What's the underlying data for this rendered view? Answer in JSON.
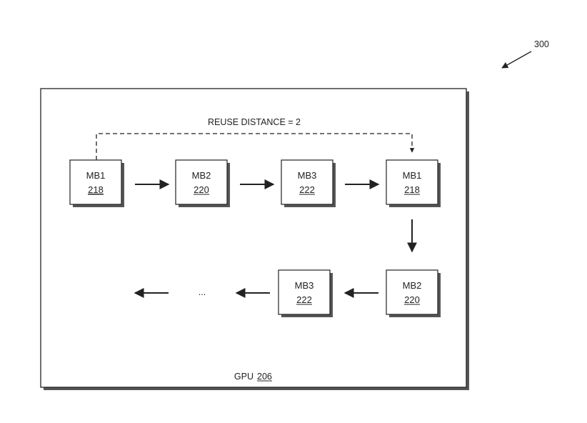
{
  "figure": {
    "reference_number": "300",
    "gpu_label": "GPU",
    "gpu_ref": "206",
    "reuse_label": "REUSE DISTANCE = 2",
    "ellipsis": "...",
    "blocks": [
      {
        "name": "MB1",
        "ref": "218"
      },
      {
        "name": "MB2",
        "ref": "220"
      },
      {
        "name": "MB3",
        "ref": "222"
      },
      {
        "name": "MB1",
        "ref": "218"
      },
      {
        "name": "MB2",
        "ref": "220"
      },
      {
        "name": "MB3",
        "ref": "222"
      }
    ]
  }
}
